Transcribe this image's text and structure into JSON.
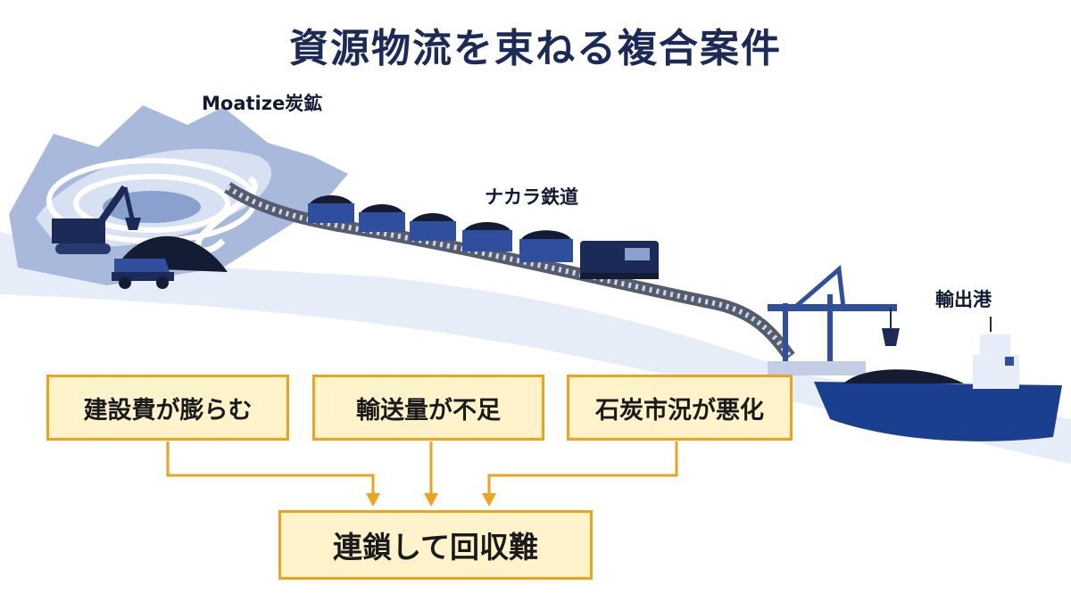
{
  "title": "資源物流を束ねる複合案件",
  "places": {
    "mine": "Moatize炭鉱",
    "railway": "ナカラ鉄道",
    "port": "輸出港"
  },
  "causes": [
    {
      "label": "建設費が膨らむ"
    },
    {
      "label": "輸送量が不足"
    },
    {
      "label": "石炭市況が悪化"
    }
  ],
  "result": {
    "label": "連鎖して回収難"
  },
  "colors": {
    "navy": "#1b2a56",
    "accent_blue": "#2f4f9e",
    "box_fill": "#fff3cc",
    "box_border": "#f0a21e",
    "arrow": "#f0a21e"
  },
  "icons": [
    "mine-pit-icon",
    "excavator-icon",
    "dump-truck-icon",
    "coal-train-icon",
    "locomotive-icon",
    "port-crane-icon",
    "bulk-ship-icon"
  ]
}
